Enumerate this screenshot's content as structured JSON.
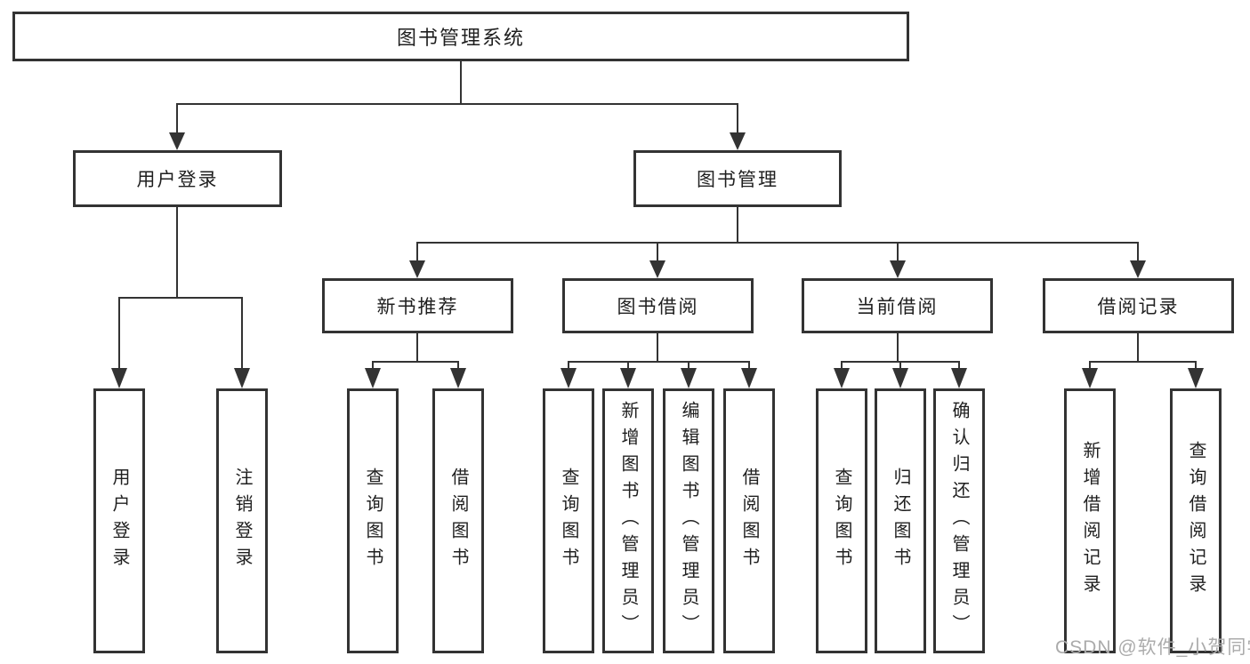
{
  "diagram": {
    "root": "图书管理系统",
    "level2": [
      "用户登录",
      "图书管理"
    ],
    "level3": [
      "新书推荐",
      "图书借阅",
      "当前借阅",
      "借阅记录"
    ],
    "leaves": {
      "login": [
        "用户登录",
        "注销登录"
      ],
      "recommend": [
        "查询图书",
        "借阅图书"
      ],
      "borrow": [
        "查询图书",
        "新增图书（管理员）",
        "编辑图书（管理员）",
        "借阅图书"
      ],
      "current": [
        "查询图书",
        "归还图书",
        "确认归还（管理员）"
      ],
      "records": [
        "新增借阅记录",
        "查询借阅记录"
      ]
    }
  },
  "watermark": "CSDN @软件_小贺同学",
  "colors": {
    "line": "#333333",
    "text": "#1f1f1f",
    "background": "#ffffff",
    "watermark": "#ababab"
  }
}
